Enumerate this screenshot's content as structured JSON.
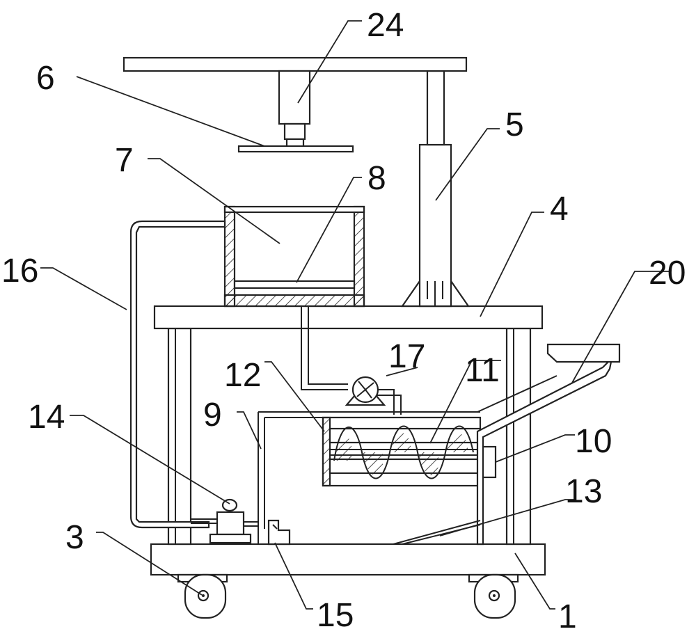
{
  "labels": {
    "l1": "1",
    "l3": "3",
    "l4": "4",
    "l5": "5",
    "l6": "6",
    "l7": "7",
    "l8": "8",
    "l9": "9",
    "l10": "10",
    "l11": "11",
    "l12": "12",
    "l13": "13",
    "l14": "14",
    "l15": "15",
    "l16": "16",
    "l17": "17",
    "l20": "20",
    "l24": "24"
  }
}
